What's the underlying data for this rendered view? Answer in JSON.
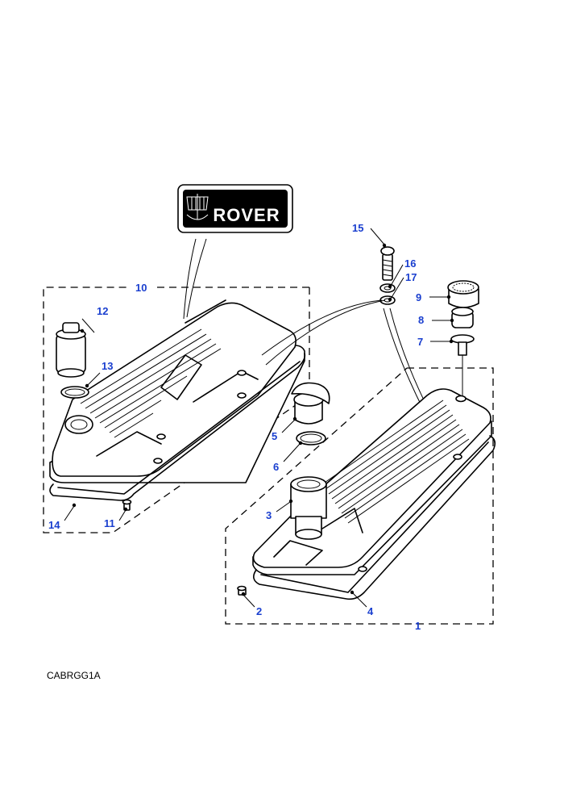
{
  "badge": {
    "text": "ROVER"
  },
  "reference": "CABRGG1A",
  "callouts": [
    "1",
    "2",
    "3",
    "4",
    "5",
    "6",
    "7",
    "8",
    "9",
    "10",
    "11",
    "12",
    "13",
    "14",
    "15",
    "16",
    "17"
  ]
}
